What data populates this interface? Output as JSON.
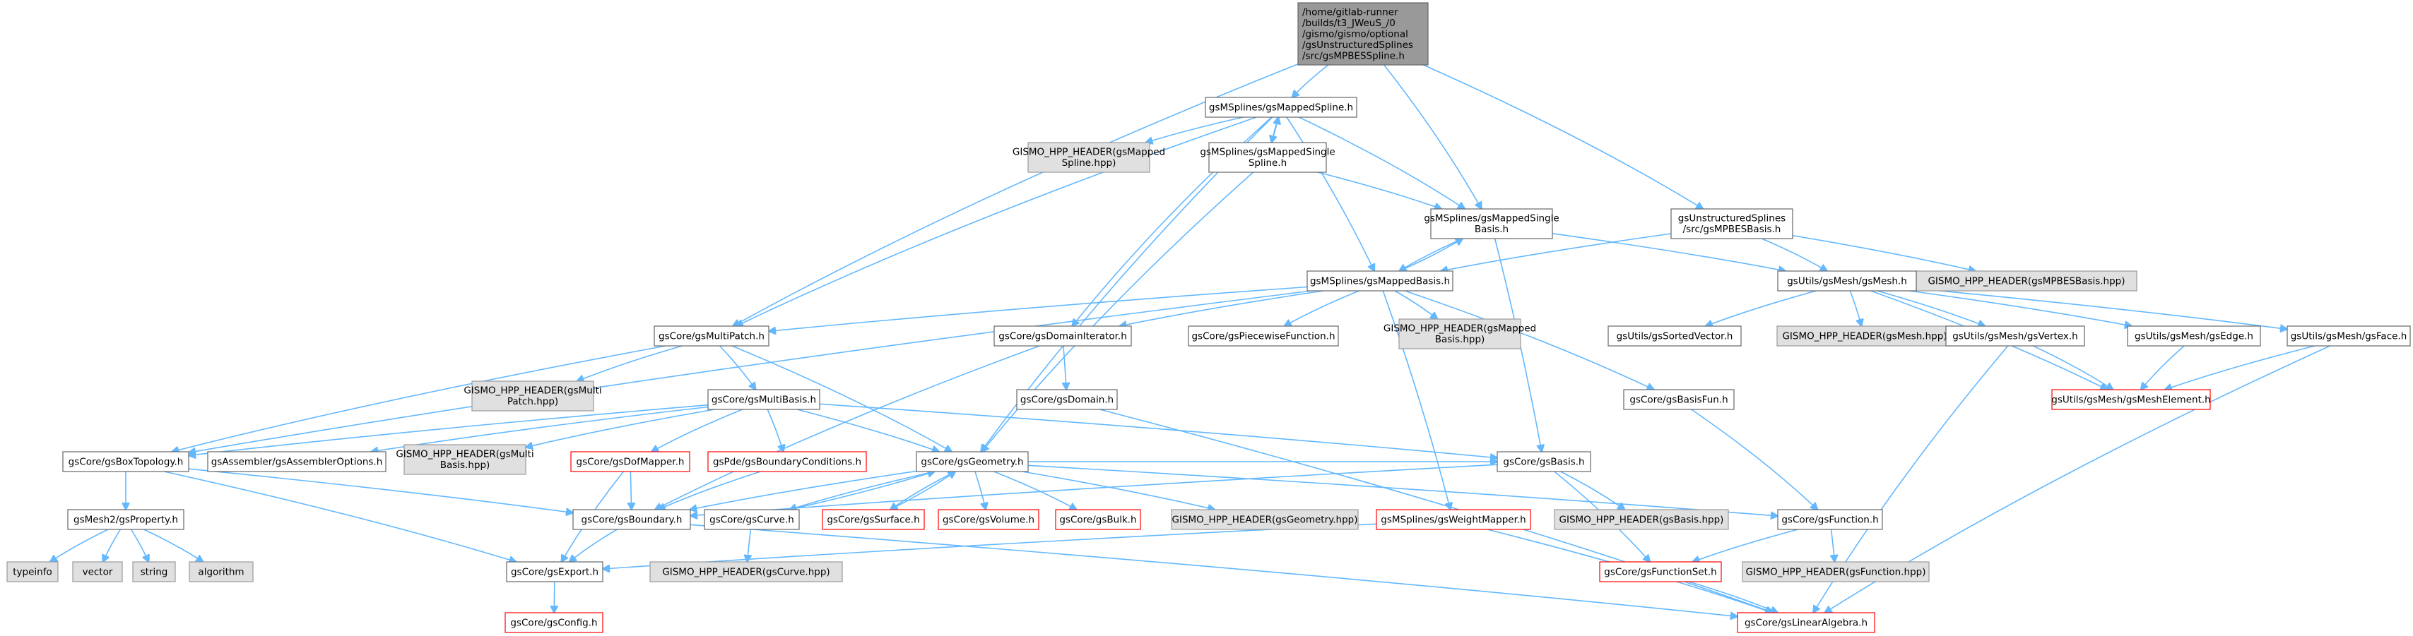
{
  "graph": {
    "nodes": [
      {
        "id": "root",
        "lines": [
          "/home/gitlab-runner",
          "/builds/t3_JWeuS_/0",
          "/gismo/gismo/optional",
          "/gsUnstructuredSplines",
          "/src/gsMPBESSpline.h"
        ],
        "style": "root"
      },
      {
        "id": "mappedSpline",
        "lines": [
          "gsMSplines/gsMappedSpline.h"
        ],
        "style": "normal"
      },
      {
        "id": "hdrMappedSpline",
        "lines": [
          "GISMO_HPP_HEADER(gsMapped",
          "Spline.hpp)"
        ],
        "style": "gray"
      },
      {
        "id": "mappedSingleSpline",
        "lines": [
          "gsMSplines/gsMappedSingle",
          "Spline.h"
        ],
        "style": "normal"
      },
      {
        "id": "mappedSingleBasis",
        "lines": [
          "gsMSplines/gsMappedSingle",
          "Basis.h"
        ],
        "style": "normal"
      },
      {
        "id": "mpbesBasis",
        "lines": [
          "gsUnstructuredSplines",
          "/src/gsMPBESBasis.h"
        ],
        "style": "normal"
      },
      {
        "id": "hdrMPBESBasis",
        "lines": [
          "GISMO_HPP_HEADER(gsMPBESBasis.hpp)"
        ],
        "style": "gray"
      },
      {
        "id": "mappedBasis",
        "lines": [
          "gsMSplines/gsMappedBasis.h"
        ],
        "style": "normal"
      },
      {
        "id": "gsMesh",
        "lines": [
          "gsUtils/gsMesh/gsMesh.h"
        ],
        "style": "normal"
      },
      {
        "id": "multiPatch",
        "lines": [
          "gsCore/gsMultiPatch.h"
        ],
        "style": "normal"
      },
      {
        "id": "domainIterator",
        "lines": [
          "gsCore/gsDomainIterator.h"
        ],
        "style": "normal"
      },
      {
        "id": "piecewiseFunction",
        "lines": [
          "gsCore/gsPiecewiseFunction.h"
        ],
        "style": "normal"
      },
      {
        "id": "hdrMappedBasis",
        "lines": [
          "GISMO_HPP_HEADER(gsMapped",
          "Basis.hpp)"
        ],
        "style": "gray"
      },
      {
        "id": "sortedVector",
        "lines": [
          "gsUtils/gsSortedVector.h"
        ],
        "style": "normal"
      },
      {
        "id": "hdrMesh",
        "lines": [
          "GISMO_HPP_HEADER(gsMesh.hpp)"
        ],
        "style": "gray"
      },
      {
        "id": "gsVertex",
        "lines": [
          "gsUtils/gsMesh/gsVertex.h"
        ],
        "style": "normal"
      },
      {
        "id": "gsEdge",
        "lines": [
          "gsUtils/gsMesh/gsEdge.h"
        ],
        "style": "normal"
      },
      {
        "id": "gsFace",
        "lines": [
          "gsUtils/gsMesh/gsFace.h"
        ],
        "style": "normal"
      },
      {
        "id": "hdrMultiPatch",
        "lines": [
          "GISMO_HPP_HEADER(gsMulti",
          "Patch.hpp)"
        ],
        "style": "gray"
      },
      {
        "id": "multiBasis",
        "lines": [
          "gsCore/gsMultiBasis.h"
        ],
        "style": "normal"
      },
      {
        "id": "gsDomain",
        "lines": [
          "gsCore/gsDomain.h"
        ],
        "style": "normal"
      },
      {
        "id": "basisFun",
        "lines": [
          "gsCore/gsBasisFun.h"
        ],
        "style": "normal"
      },
      {
        "id": "meshElement",
        "lines": [
          "gsUtils/gsMesh/gsMeshElement.h"
        ],
        "style": "red"
      },
      {
        "id": "boxTopology",
        "lines": [
          "gsCore/gsBoxTopology.h"
        ],
        "style": "normal"
      },
      {
        "id": "assemblerOptions",
        "lines": [
          "gsAssembler/gsAssemblerOptions.h"
        ],
        "style": "normal"
      },
      {
        "id": "hdrMultiBasis",
        "lines": [
          "GISMO_HPP_HEADER(gsMulti",
          "Basis.hpp)"
        ],
        "style": "gray"
      },
      {
        "id": "dofMapper",
        "lines": [
          "gsCore/gsDofMapper.h"
        ],
        "style": "red"
      },
      {
        "id": "boundaryConditions",
        "lines": [
          "gsPde/gsBoundaryConditions.h"
        ],
        "style": "red"
      },
      {
        "id": "geometry",
        "lines": [
          "gsCore/gsGeometry.h"
        ],
        "style": "normal"
      },
      {
        "id": "basis",
        "lines": [
          "gsCore/gsBasis.h"
        ],
        "style": "normal"
      },
      {
        "id": "gsProperty",
        "lines": [
          "gsMesh2/gsProperty.h"
        ],
        "style": "normal"
      },
      {
        "id": "boundary",
        "lines": [
          "gsCore/gsBoundary.h"
        ],
        "style": "normal"
      },
      {
        "id": "curve",
        "lines": [
          "gsCore/gsCurve.h"
        ],
        "style": "normal"
      },
      {
        "id": "surface",
        "lines": [
          "gsCore/gsSurface.h"
        ],
        "style": "red"
      },
      {
        "id": "volume",
        "lines": [
          "gsCore/gsVolume.h"
        ],
        "style": "red"
      },
      {
        "id": "bulk",
        "lines": [
          "gsCore/gsBulk.h"
        ],
        "style": "red"
      },
      {
        "id": "hdrGeometry",
        "lines": [
          "GISMO_HPP_HEADER(gsGeometry.hpp)"
        ],
        "style": "gray"
      },
      {
        "id": "weightMapper",
        "lines": [
          "gsMSplines/gsWeightMapper.h"
        ],
        "style": "red"
      },
      {
        "id": "hdrBasis",
        "lines": [
          "GISMO_HPP_HEADER(gsBasis.hpp)"
        ],
        "style": "gray"
      },
      {
        "id": "function",
        "lines": [
          "gsCore/gsFunction.h"
        ],
        "style": "normal"
      },
      {
        "id": "typeinfo",
        "lines": [
          "typeinfo"
        ],
        "style": "gray"
      },
      {
        "id": "vector",
        "lines": [
          "vector"
        ],
        "style": "gray"
      },
      {
        "id": "string",
        "lines": [
          "string"
        ],
        "style": "gray"
      },
      {
        "id": "algorithm",
        "lines": [
          "algorithm"
        ],
        "style": "gray"
      },
      {
        "id": "gsExport",
        "lines": [
          "gsCore/gsExport.h"
        ],
        "style": "normal"
      },
      {
        "id": "hdrCurve",
        "lines": [
          "GISMO_HPP_HEADER(gsCurve.hpp)"
        ],
        "style": "gray"
      },
      {
        "id": "functionSet",
        "lines": [
          "gsCore/gsFunctionSet.h"
        ],
        "style": "red"
      },
      {
        "id": "hdrFunction",
        "lines": [
          "GISMO_HPP_HEADER(gsFunction.hpp)"
        ],
        "style": "gray"
      },
      {
        "id": "gsConfig",
        "lines": [
          "gsCore/gsConfig.h"
        ],
        "style": "red"
      },
      {
        "id": "linearAlgebra",
        "lines": [
          "gsCore/gsLinearAlgebra.h"
        ],
        "style": "red"
      }
    ],
    "edges": [
      [
        "root",
        "mappedSpline"
      ],
      [
        "root",
        "mappedSingleBasis"
      ],
      [
        "root",
        "mpbesBasis"
      ],
      [
        "root",
        "multiPatch"
      ],
      [
        "mappedSpline",
        "hdrMappedSpline"
      ],
      [
        "mappedSpline",
        "mappedSingleSpline"
      ],
      [
        "mappedSpline",
        "mappedSingleBasis"
      ],
      [
        "mappedSpline",
        "mappedBasis"
      ],
      [
        "mappedSpline",
        "multiPatch"
      ],
      [
        "mappedSpline",
        "domainIterator"
      ],
      [
        "mappedSpline",
        "geometry"
      ],
      [
        "mappedSingleSpline",
        "mappedSpline"
      ],
      [
        "mappedSingleSpline",
        "mappedSingleBasis"
      ],
      [
        "mappedSingleSpline",
        "geometry"
      ],
      [
        "mappedSingleBasis",
        "mappedBasis"
      ],
      [
        "mappedSingleBasis",
        "gsMesh"
      ],
      [
        "mappedSingleBasis",
        "basis"
      ],
      [
        "mpbesBasis",
        "hdrMPBESBasis"
      ],
      [
        "mpbesBasis",
        "mappedBasis"
      ],
      [
        "mpbesBasis",
        "gsMesh"
      ],
      [
        "mappedBasis",
        "mappedSingleBasis"
      ],
      [
        "mappedBasis",
        "multiPatch"
      ],
      [
        "mappedBasis",
        "domainIterator"
      ],
      [
        "mappedBasis",
        "piecewiseFunction"
      ],
      [
        "mappedBasis",
        "hdrMappedBasis"
      ],
      [
        "mappedBasis",
        "basisFun"
      ],
      [
        "mappedBasis",
        "weightMapper"
      ],
      [
        "mappedBasis",
        "boxTopology"
      ],
      [
        "gsMesh",
        "sortedVector"
      ],
      [
        "gsMesh",
        "hdrMesh"
      ],
      [
        "gsMesh",
        "gsVertex"
      ],
      [
        "gsMesh",
        "gsEdge"
      ],
      [
        "gsMesh",
        "gsFace"
      ],
      [
        "gsMesh",
        "meshElement"
      ],
      [
        "gsVertex",
        "meshElement"
      ],
      [
        "gsVertex",
        "linearAlgebra"
      ],
      [
        "gsEdge",
        "meshElement"
      ],
      [
        "gsFace",
        "meshElement"
      ],
      [
        "gsFace",
        "linearAlgebra"
      ],
      [
        "multiPatch",
        "hdrMultiPatch"
      ],
      [
        "multiPatch",
        "multiBasis"
      ],
      [
        "multiPatch",
        "boxTopology"
      ],
      [
        "multiPatch",
        "geometry"
      ],
      [
        "domainIterator",
        "gsDomain"
      ],
      [
        "domainIterator",
        "boundary"
      ],
      [
        "gsDomain",
        "linearAlgebra"
      ],
      [
        "basisFun",
        "function"
      ],
      [
        "multiBasis",
        "boxTopology"
      ],
      [
        "multiBasis",
        "assemblerOptions"
      ],
      [
        "multiBasis",
        "hdrMultiBasis"
      ],
      [
        "multiBasis",
        "dofMapper"
      ],
      [
        "multiBasis",
        "boundaryConditions"
      ],
      [
        "multiBasis",
        "geometry"
      ],
      [
        "multiBasis",
        "basis"
      ],
      [
        "boxTopology",
        "gsProperty"
      ],
      [
        "boxTopology",
        "boundary"
      ],
      [
        "boxTopology",
        "gsExport"
      ],
      [
        "gsProperty",
        "typeinfo"
      ],
      [
        "gsProperty",
        "vector"
      ],
      [
        "gsProperty",
        "string"
      ],
      [
        "gsProperty",
        "algorithm"
      ],
      [
        "dofMapper",
        "boundary"
      ],
      [
        "dofMapper",
        "gsExport"
      ],
      [
        "boundaryConditions",
        "boundary"
      ],
      [
        "geometry",
        "boundary"
      ],
      [
        "geometry",
        "curve"
      ],
      [
        "geometry",
        "surface"
      ],
      [
        "geometry",
        "volume"
      ],
      [
        "geometry",
        "bulk"
      ],
      [
        "geometry",
        "hdrGeometry"
      ],
      [
        "geometry",
        "function"
      ],
      [
        "geometry",
        "basis"
      ],
      [
        "curve",
        "geometry"
      ],
      [
        "surface",
        "geometry"
      ],
      [
        "curve",
        "hdrCurve"
      ],
      [
        "basis",
        "boundary"
      ],
      [
        "basis",
        "hdrBasis"
      ],
      [
        "basis",
        "functionSet"
      ],
      [
        "boundary",
        "gsExport"
      ],
      [
        "boundary",
        "linearAlgebra"
      ],
      [
        "weightMapper",
        "gsExport"
      ],
      [
        "weightMapper",
        "linearAlgebra"
      ],
      [
        "function",
        "functionSet"
      ],
      [
        "function",
        "hdrFunction"
      ],
      [
        "functionSet",
        "linearAlgebra"
      ],
      [
        "gsExport",
        "gsConfig"
      ]
    ]
  },
  "colors": {
    "edge": "#63b8ff",
    "root_fill": "#999999",
    "root_border": "#666666",
    "normal_fill": "#ffffff",
    "normal_border": "#666666",
    "gray_fill": "#e0e0e0",
    "gray_border": "#999999",
    "red_fill": "#ffffff",
    "red_border": "#ff0000"
  }
}
